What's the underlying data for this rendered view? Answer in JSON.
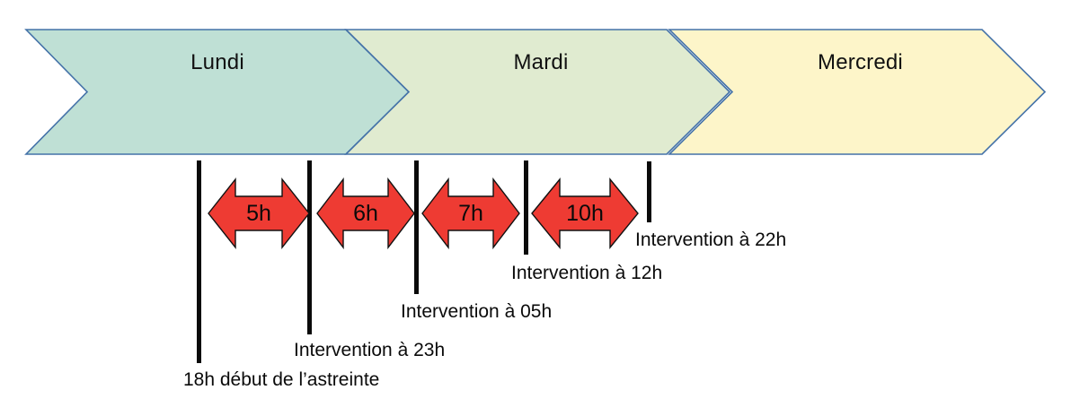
{
  "diagram": {
    "title_text": "",
    "colors": {
      "lundi_fill": "#bfe0d5",
      "mardi_fill": "#e0ebd0",
      "mercredi_fill": "#fdf5c9",
      "chevron_border": "#4472a8",
      "arrow_fill": "#ee3b33",
      "arrow_border": "#111111",
      "tick_color": "#0a0a0a",
      "text_color": "#0a0a0a",
      "background": "#ffffff"
    },
    "days": [
      {
        "label": "Lundi",
        "fill": "#bfe0d5"
      },
      {
        "label": "Mardi",
        "fill": "#e0ebd0"
      },
      {
        "label": "Mercredi",
        "fill": "#fdf5c9"
      }
    ],
    "durations": [
      {
        "label": "5h",
        "hours": 5
      },
      {
        "label": "6h",
        "hours": 6
      },
      {
        "label": "7h",
        "hours": 7
      },
      {
        "label": "10h",
        "hours": 10
      }
    ],
    "events": [
      {
        "label": "18h début de l’astreinte",
        "time": "18h"
      },
      {
        "label": "Intervention à 23h",
        "time": "23h"
      },
      {
        "label": "Intervention à 05h",
        "time": "05h"
      },
      {
        "label": "Intervention à 12h",
        "time": "12h"
      },
      {
        "label": "Intervention à 22h",
        "time": "22h"
      }
    ]
  }
}
